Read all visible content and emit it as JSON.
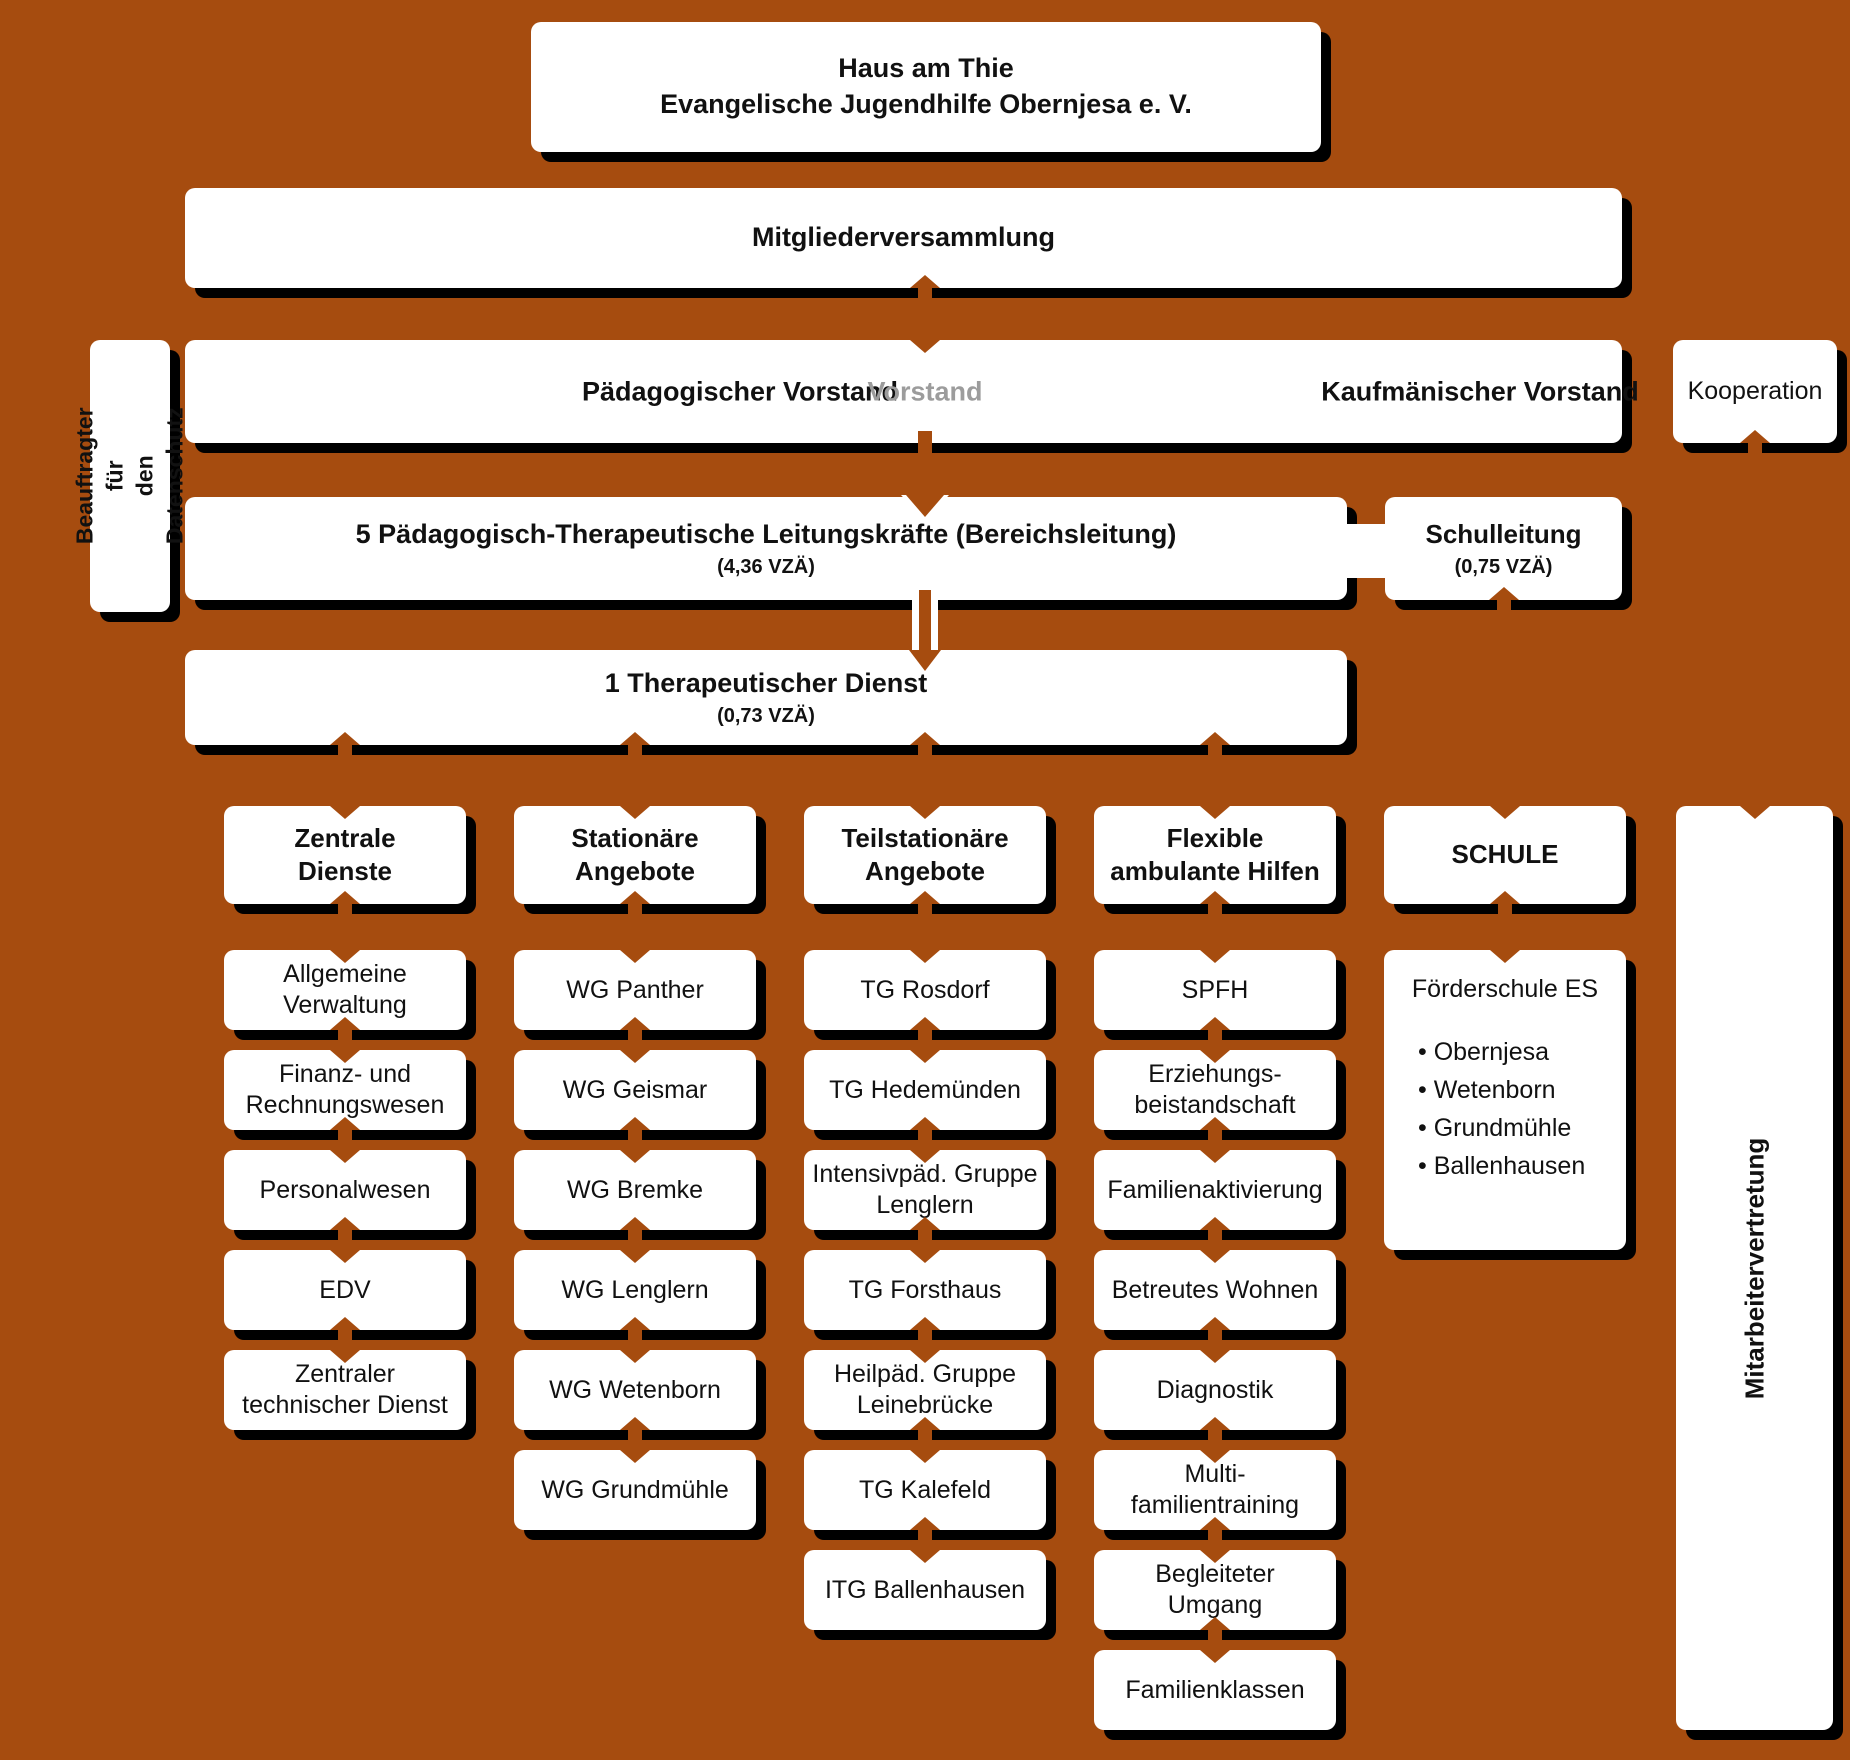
{
  "colors": {
    "background": "#A64C0F",
    "box_fill": "#FFFFFF",
    "shadow": "#000000",
    "muted_label": "#9C9C9C"
  },
  "title_box": {
    "line1": "Haus am Thie",
    "line2": "Evangelische Jugendhilfe Obernjesa e. V."
  },
  "assembly": {
    "label": "Mitgliederversammlung"
  },
  "board": {
    "left_label": "Pädagogischer Vorstand",
    "center_label": "Vorstand",
    "right_label": "Kaufmänischer Vorstand"
  },
  "data_protection": {
    "label": "Beauftragter für\nden Datenschutz"
  },
  "cooperation": {
    "label": "Kooperation"
  },
  "leadership": {
    "label": "5 Pädagogisch-Therapeutische Leitungskräfte (Bereichsleitung)",
    "fte": "(4,36 VZÄ)"
  },
  "school_management": {
    "label": "Schulleitung",
    "fte": "(0,75 VZÄ)"
  },
  "therapeutic_service": {
    "label": "1 Therapeutischer Dienst",
    "fte": "(0,73 VZÄ)"
  },
  "staff_representation": {
    "label": "Mitarbeitervertretung"
  },
  "columns": [
    {
      "header": "Zentrale\nDienste",
      "items": [
        "Allgemeine\nVerwaltung",
        "Finanz- und\nRechnungswesen",
        "Personalwesen",
        "EDV",
        "Zentraler\ntechnischer Dienst"
      ]
    },
    {
      "header": "Stationäre\nAngebote",
      "items": [
        "WG Panther",
        "WG Geismar",
        "WG Bremke",
        "WG Lenglern",
        "WG Wetenborn",
        "WG Grundmühle"
      ]
    },
    {
      "header": "Teilstationäre\nAngebote",
      "items": [
        "TG Rosdorf",
        "TG Hedemünden",
        "Intensivpäd. Gruppe\nLenglern",
        "TG Forsthaus",
        "Heilpäd. Gruppe\nLeinebrücke",
        "TG Kalefeld",
        "ITG Ballenhausen"
      ]
    },
    {
      "header": "Flexible\nambulante Hilfen",
      "items": [
        "SPFH",
        "Erziehungs-\nbeistandschaft",
        "Familienaktivierung",
        "Betreutes Wohnen",
        "Diagnostik",
        "Multi-\nfamilientraining",
        "Begleiteter\nUmgang",
        "Familienklassen"
      ]
    },
    {
      "header": "SCHULE",
      "school": {
        "title": "Förderschule ES",
        "locations": [
          "Obernjesa",
          "Wetenborn",
          "Grundmühle",
          "Ballenhausen"
        ]
      }
    }
  ]
}
